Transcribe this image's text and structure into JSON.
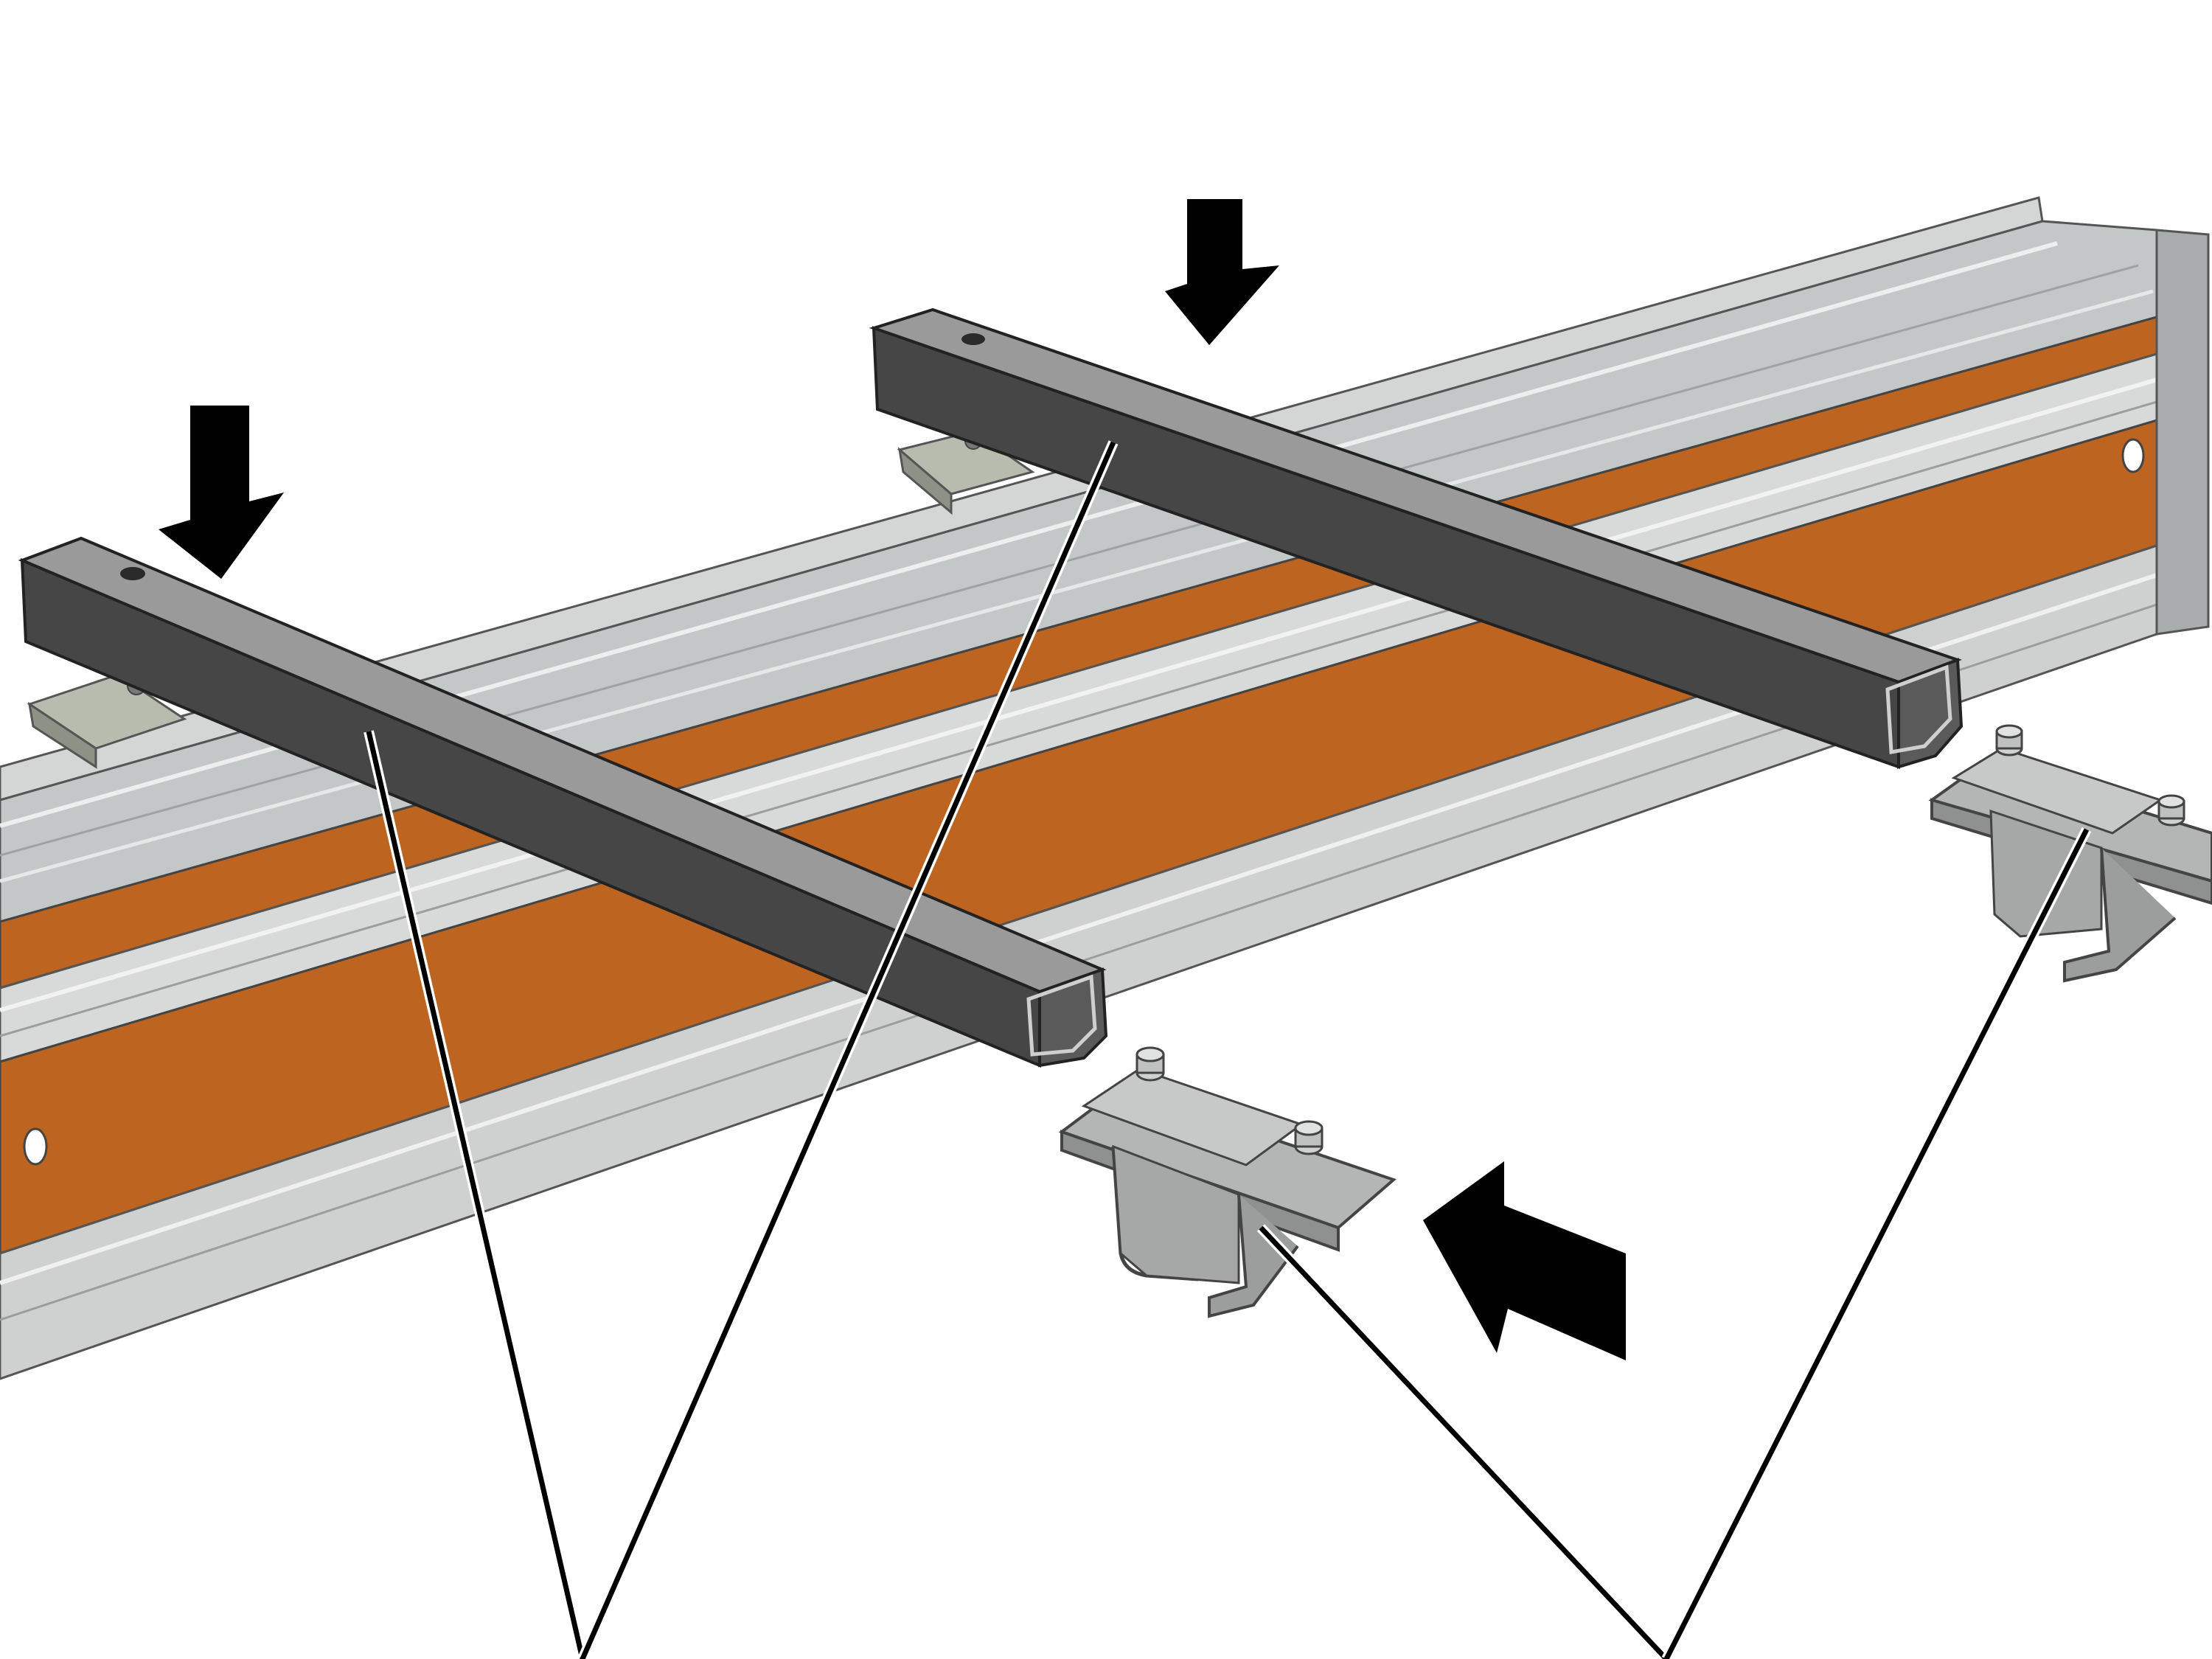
{
  "diagram": {
    "kind": "assembly-illustration",
    "labels": [],
    "parts": [
      "main-rail",
      "cross-bar-left",
      "cross-bar-right",
      "clamp-left",
      "clamp-right",
      "clip-front",
      "clip-back"
    ],
    "arrows": [
      "arrow-down-left",
      "arrow-down-right",
      "arrow-left-clip"
    ],
    "callout_groups": 2,
    "colors": {
      "rail_face": "#bd6420",
      "rail_metal": "#c2c5c5",
      "rail_metal_light": "#e2e4e4",
      "bar_top": "#9a9a9a",
      "bar_side": "#464646",
      "clip_metal": "#b4b6b5",
      "clamp_metal": "#b8bcae",
      "arrow": "#000000",
      "callout_line": "#000000"
    }
  }
}
